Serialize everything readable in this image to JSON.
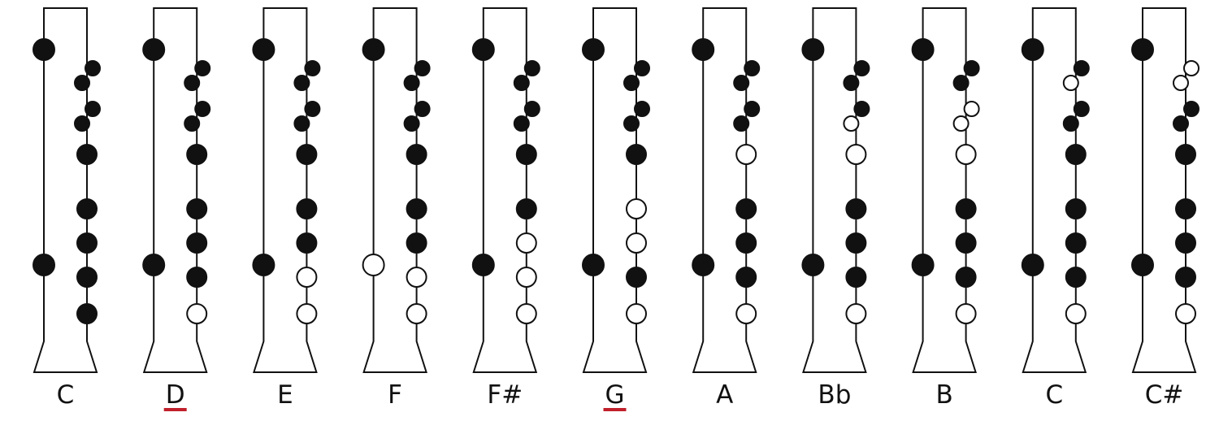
{
  "colors": {
    "closed": "#111111",
    "open": "#ffffff",
    "outline": "#111111",
    "underline": "#c0202b"
  },
  "fingerings": [
    {
      "note": "C",
      "underlined": false,
      "thumb_top": "closed",
      "thumb_low": "closed",
      "ring1": [
        "closed",
        "closed"
      ],
      "ring2": [
        "closed",
        "closed"
      ],
      "holes": [
        "closed",
        "closed",
        "closed",
        "closed",
        "closed"
      ]
    },
    {
      "note": "D",
      "underlined": true,
      "thumb_top": "closed",
      "thumb_low": "closed",
      "ring1": [
        "closed",
        "closed"
      ],
      "ring2": [
        "closed",
        "closed"
      ],
      "holes": [
        "closed",
        "closed",
        "closed",
        "closed",
        "open"
      ]
    },
    {
      "note": "E",
      "underlined": false,
      "thumb_top": "closed",
      "thumb_low": "closed",
      "ring1": [
        "closed",
        "closed"
      ],
      "ring2": [
        "closed",
        "closed"
      ],
      "holes": [
        "closed",
        "closed",
        "closed",
        "open",
        "open"
      ]
    },
    {
      "note": "F",
      "underlined": false,
      "thumb_top": "closed",
      "thumb_low": "open",
      "ring1": [
        "closed",
        "closed"
      ],
      "ring2": [
        "closed",
        "closed"
      ],
      "holes": [
        "closed",
        "closed",
        "closed",
        "open",
        "open"
      ]
    },
    {
      "note": "F#",
      "underlined": false,
      "thumb_top": "closed",
      "thumb_low": "closed",
      "ring1": [
        "closed",
        "closed"
      ],
      "ring2": [
        "closed",
        "closed"
      ],
      "holes": [
        "closed",
        "closed",
        "open",
        "open",
        "open"
      ]
    },
    {
      "note": "G",
      "underlined": true,
      "thumb_top": "closed",
      "thumb_low": "closed",
      "ring1": [
        "closed",
        "closed"
      ],
      "ring2": [
        "closed",
        "closed"
      ],
      "holes": [
        "closed",
        "open",
        "open",
        "closed",
        "open"
      ]
    },
    {
      "note": "A",
      "underlined": false,
      "thumb_top": "closed",
      "thumb_low": "closed",
      "ring1": [
        "closed",
        "closed"
      ],
      "ring2": [
        "closed",
        "closed"
      ],
      "holes": [
        "open",
        "closed",
        "closed",
        "closed",
        "open"
      ]
    },
    {
      "note": "Bb",
      "underlined": false,
      "thumb_top": "closed",
      "thumb_low": "closed",
      "ring1": [
        "closed",
        "closed"
      ],
      "ring2": [
        "open",
        "closed"
      ],
      "holes": [
        "open",
        "closed",
        "closed",
        "closed",
        "open"
      ]
    },
    {
      "note": "B",
      "underlined": false,
      "thumb_top": "closed",
      "thumb_low": "closed",
      "ring1": [
        "closed",
        "closed"
      ],
      "ring2": [
        "open",
        "open"
      ],
      "holes": [
        "open",
        "closed",
        "closed",
        "closed",
        "open"
      ]
    },
    {
      "note": "C",
      "underlined": false,
      "thumb_top": "closed",
      "thumb_low": "closed",
      "ring1": [
        "open",
        "closed"
      ],
      "ring2": [
        "closed",
        "closed"
      ],
      "holes": [
        "closed",
        "closed",
        "closed",
        "closed",
        "open"
      ]
    },
    {
      "note": "C#",
      "underlined": false,
      "thumb_top": "closed",
      "thumb_low": "closed",
      "ring1": [
        "open",
        "open"
      ],
      "ring2": [
        "closed",
        "closed"
      ],
      "holes": [
        "closed",
        "closed",
        "closed",
        "closed",
        "open"
      ]
    }
  ]
}
